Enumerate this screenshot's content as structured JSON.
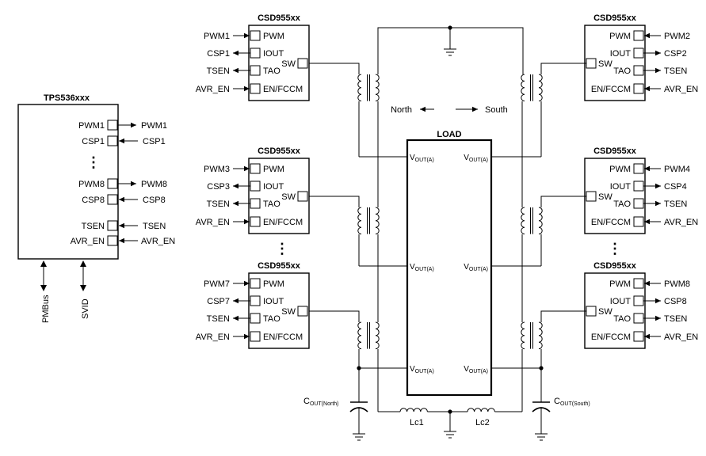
{
  "controller": {
    "title": "TPS536xxx",
    "pins": [
      "PWM1",
      "CSP1",
      "PWM8",
      "CSP8",
      "TSEN",
      "AVR_EN"
    ],
    "signals": [
      "PWM1",
      "CSP1",
      "PWM8",
      "CSP8",
      "TSEN",
      "AVR_EN"
    ],
    "bus": [
      "PMBus",
      "SVID"
    ]
  },
  "stage_pins": [
    "PWM",
    "IOUT",
    "TAO",
    "EN/FCCM"
  ],
  "sw_label": "SW",
  "stages": [
    {
      "title": "CSD955xx",
      "signals": [
        "PWM1",
        "CSP1",
        "TSEN",
        "AVR_EN"
      ]
    },
    {
      "title": "CSD955xx",
      "signals": [
        "PWM3",
        "CSP3",
        "TSEN",
        "AVR_EN"
      ]
    },
    {
      "title": "CSD955xx",
      "signals": [
        "PWM7",
        "CSP7",
        "TSEN",
        "AVR_EN"
      ]
    },
    {
      "title": "CSD955xx",
      "signals": [
        "PWM2",
        "CSP2",
        "TSEN",
        "AVR_EN"
      ]
    },
    {
      "title": "CSD955xx",
      "signals": [
        "PWM4",
        "CSP4",
        "TSEN",
        "AVR_EN"
      ]
    },
    {
      "title": "CSD955xx",
      "signals": [
        "PWM8",
        "CSP8",
        "TSEN",
        "AVR_EN"
      ]
    }
  ],
  "load": {
    "title": "LOAD",
    "vout_main": "V",
    "vout_sub": "OUT(A)"
  },
  "directions": {
    "north": "North",
    "south": "South"
  },
  "capacitors": {
    "north_main": "C",
    "north_sub": "OUT(North)",
    "south_main": "C",
    "south_sub": "OUT(South)"
  },
  "inductors": {
    "lc1": "Lc1",
    "lc2": "Lc2"
  },
  "ellipsis": "⋮"
}
